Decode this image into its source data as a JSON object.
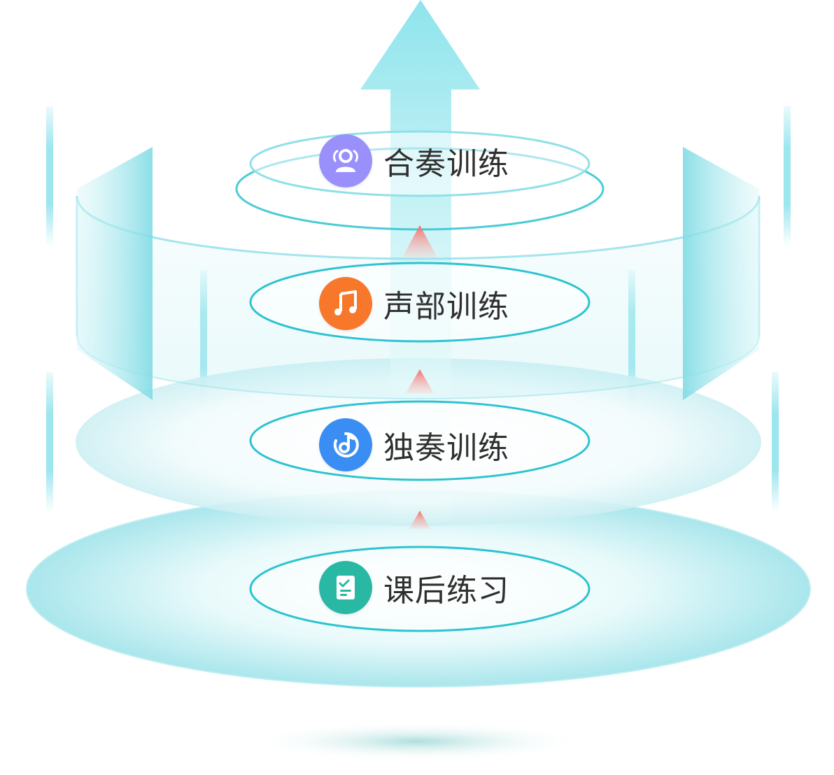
{
  "levels": [
    {
      "label": "合奏训练",
      "icon": "ensemble-people-icon",
      "color": "#9a90fb"
    },
    {
      "label": "声部训练",
      "icon": "music-note-icon",
      "color": "#f7772b"
    },
    {
      "label": "独奏训练",
      "icon": "solo-music-icon",
      "color": "#3a8ef3"
    },
    {
      "label": "课后练习",
      "icon": "checklist-icon",
      "color": "#28b8a3"
    }
  ],
  "colors": {
    "accent": "#2cc3d0",
    "arrow_up": "#f07a77"
  }
}
